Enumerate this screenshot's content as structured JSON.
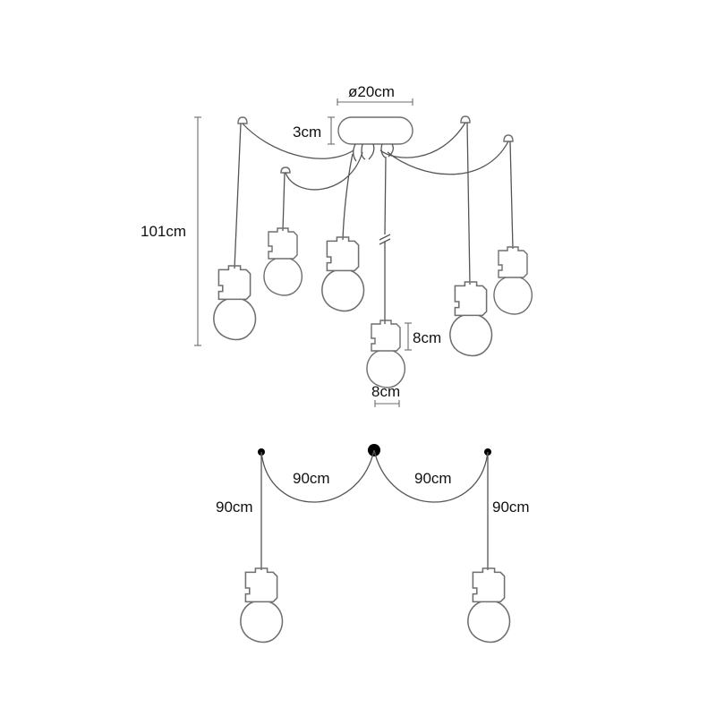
{
  "top_view": {
    "canopy_diameter": "ø20cm",
    "canopy_height": "3cm",
    "total_height": "101cm",
    "socket_height": "8cm",
    "socket_width": "8cm"
  },
  "bottom_view": {
    "span_left": "90cm",
    "span_right": "90cm",
    "drop_left": "90cm",
    "drop_right": "90cm"
  },
  "colors": {
    "line": "#6e6e6e",
    "text": "#111111",
    "dot": "#000000"
  }
}
